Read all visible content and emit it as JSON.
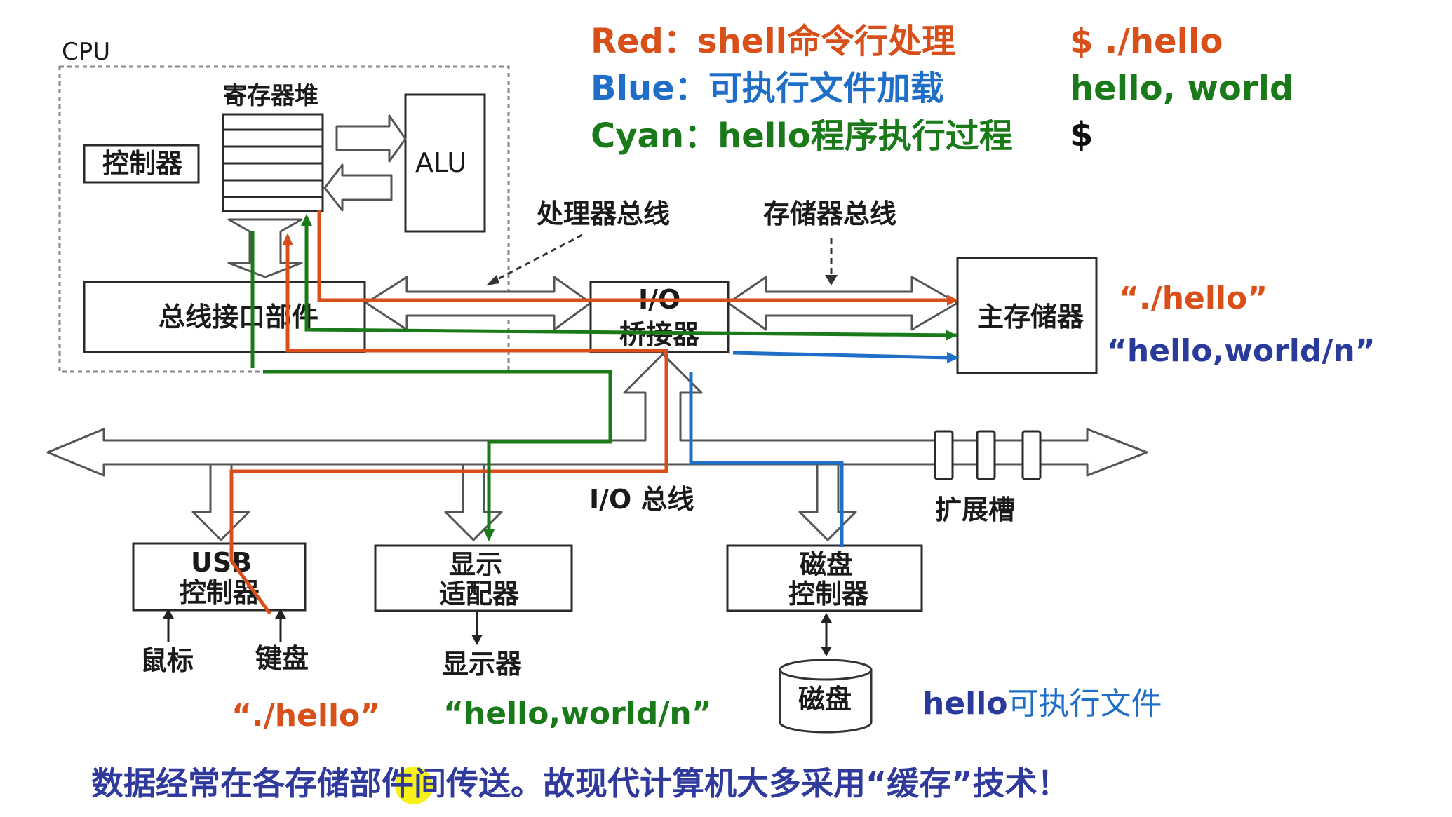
{
  "colors": {
    "red": "#d94f1a",
    "blue": "#1f6fc8",
    "green": "#1a7a1a",
    "cyan_legend": "#1a8a1a",
    "navy": "#2a3a9a",
    "footer": "#2f3a9c",
    "highlight": "#f6f000"
  },
  "legend": [
    {
      "key": "Red",
      "sep": "：",
      "text": "shell命令行处理",
      "color": "red"
    },
    {
      "key": "Blue",
      "sep": "：",
      "text": "可执行文件加载",
      "color": "blue"
    },
    {
      "key": "Cyan",
      "sep": "：",
      "text": "hello程序执行过程",
      "color": "green"
    }
  ],
  "terminal": [
    "$ ./hello",
    "hello, world",
    "$"
  ],
  "labels": {
    "cpu": "CPU",
    "register_file": "寄存器堆",
    "controller": "控制器",
    "alu": "ALU",
    "bus_interface": "总线接口部件",
    "processor_bus": "处理器总线",
    "memory_bus": "存储器总线",
    "io_bridge_line1": "I/O",
    "io_bridge_line2": "桥接器",
    "main_memory": "主存储器",
    "io_bus": "I/O 总线",
    "expansion_slot": "扩展槽",
    "usb_line1": "USB",
    "usb_line2": "控制器",
    "display_adapter_line1": "显示",
    "display_adapter_line2": "适配器",
    "disk_controller_line1": "磁盘",
    "disk_controller_line2": "控制器",
    "mouse": "鼠标",
    "keyboard": "键盘",
    "display": "显示器",
    "disk": "磁盘"
  },
  "annotations": {
    "memory_hello": "“./hello”",
    "memory_output": "“hello,world/n”",
    "keyboard_input": "“./hello”",
    "display_output": "“hello,world/n”",
    "executable_prefix": "hello",
    "executable_suffix": "可执行文件"
  },
  "footer": {
    "before": "数据经常在各存储部",
    "highlight": "件",
    "after": "间传送。故现代计算机大多采用“缓存”技术！"
  }
}
